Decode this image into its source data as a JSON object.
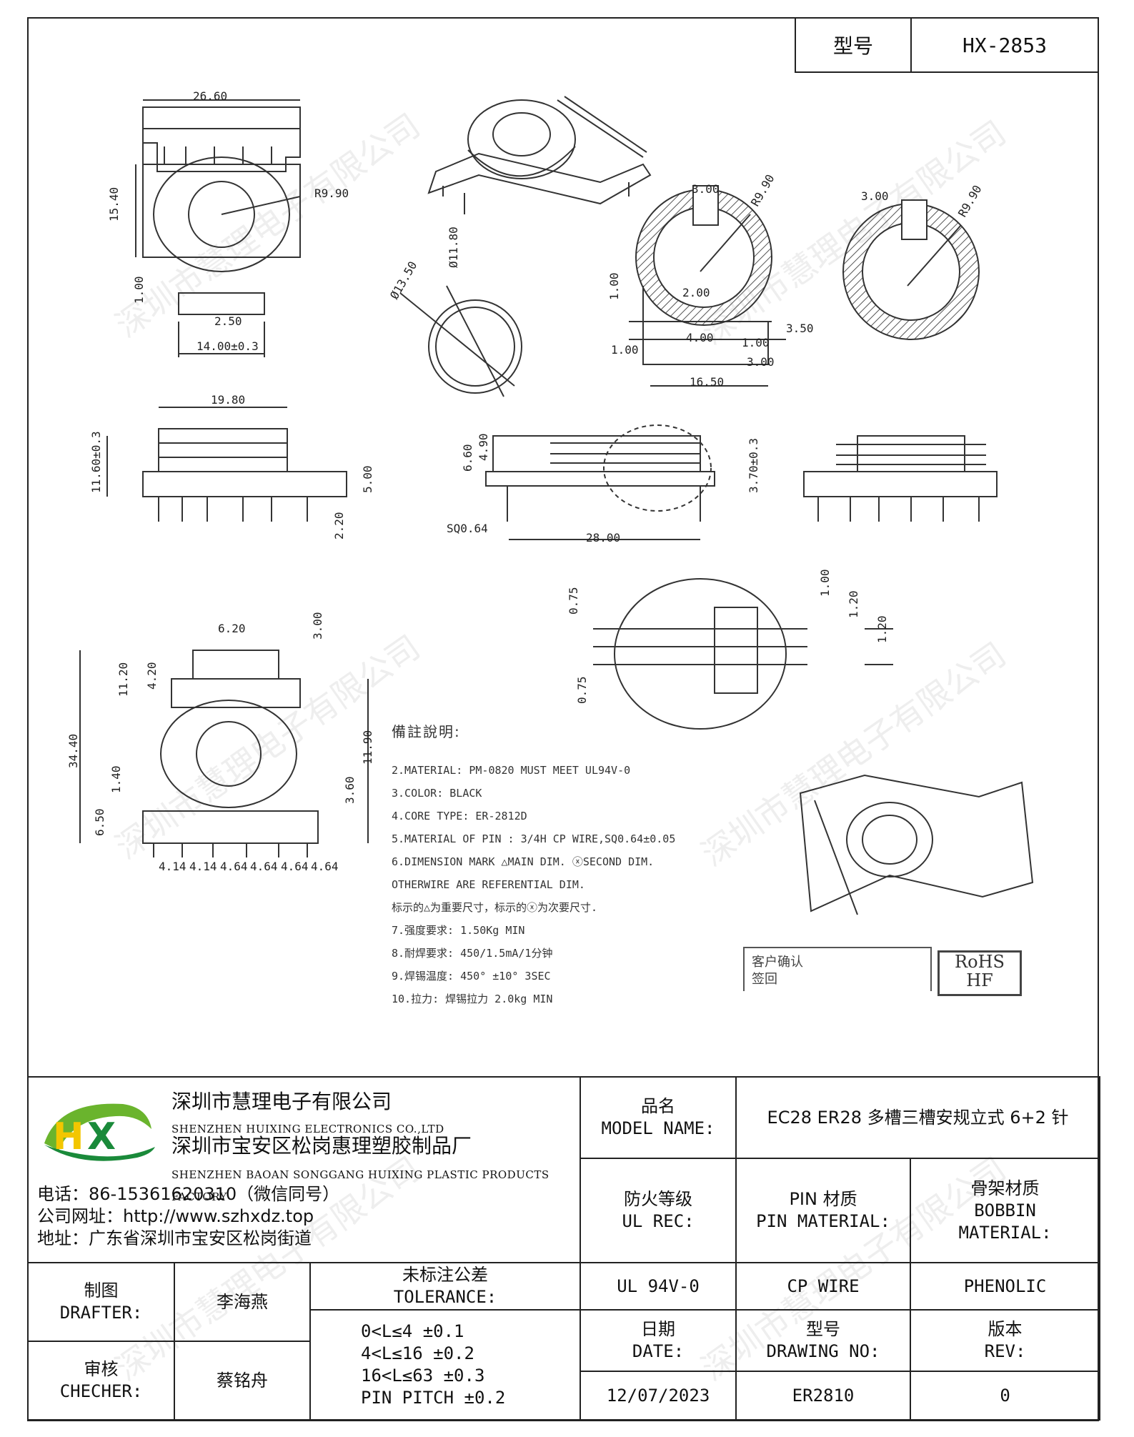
{
  "header": {
    "model_label": "型号",
    "model_value": "HX-2853"
  },
  "dims": {
    "top_width": "26.60",
    "radius": "R9.90",
    "height_left": "15.40",
    "d1": "1.00",
    "d2": "2.50",
    "bottom": "14.00±0.3",
    "dia1": "Ø13.50",
    "dia2": "Ø11.80",
    "slot_w": "3.00",
    "r2": "R9.90",
    "wall": "2.00",
    "f100a": "1.00",
    "f100b": "1.00",
    "f400": "4.00",
    "f100c": "1.00",
    "f350": "3.50",
    "f300": "3.00",
    "f1650": "16.50",
    "slot_w2": "3.00",
    "r3": "R9.90",
    "w1980": "19.80",
    "h1160": "11.60±0.3",
    "h500": "5.00",
    "h220": "2.20",
    "h660": "6.60",
    "h490": "4.90",
    "sq": "SQ0.64",
    "w2800": "28.00",
    "h370": "3.70±0.3",
    "f075a": "0.75",
    "f075b": "0.75",
    "f100d": "1.00",
    "f120a": "1.20",
    "f120b": "1.20",
    "w620": "6.20",
    "h300": "3.00",
    "h1120": "11.20",
    "h420": "4.20",
    "h3440": "34.40",
    "h1190": "11.90",
    "h140": "1.40",
    "h360": "3.60",
    "h650": "6.50",
    "pitches": [
      "4.14",
      "4.14",
      "4.64",
      "4.64",
      "4.64",
      "4.64"
    ]
  },
  "notes": {
    "title": "備註說明:",
    "lines": [
      "2.MATERIAL: PM-0820 MUST MEET UL94V-0",
      "3.COLOR:  BLACK",
      "4.CORE TYPE: ER-2812D",
      "5.MATERIAL OF PIN : 3/4H CP WIRE,SQ0.64±0.05",
      "6.DIMENSION MARK  △MAIN DIM.  ⓧSECOND DIM.",
      "  OTHERWIRE ARE REFERENTIAL DIM.",
      "  标示的△为重要尺寸，标示的ⓧ为次要尺寸.",
      "7.强度要求: 1.50Kg MIN",
      "8.耐焊要求: 450/1.5mA/1分钟",
      "9.焊锡温度: 450° ±10°  3SEC",
      "10.拉力: 焊锡拉力 2.0kg MIN"
    ],
    "customer": "客户确认",
    "customer_sign": "签回",
    "rohs": "RoHS",
    "hf": "HF"
  },
  "watermark": "深圳市慧理电子有限公司",
  "title_block": {
    "company_cn": "深圳市慧理电子有限公司",
    "company_en": "SHENZHEN HUIXING ELECTRONICS CO.,LTD",
    "factory_cn": "深圳市宝安区松岗惠理塑胶制品厂",
    "factory_en": "SHENZHEN BAOAN SONGGANG HUIXING PLASTIC PRODUCTS FACTORY",
    "phone": "电话：86-15361620310（微信同号）",
    "website": "公司网址：http://www.szhxdz.top",
    "address": "地址：广东省深圳市宝安区松岗街道",
    "model_name_cn": "品名",
    "model_name_en": "MODEL NAME:",
    "model_name_value": "EC28 ER28 多槽三槽安规立式 6+2 针",
    "ul_cn": "防火等级",
    "ul_en": "UL REC:",
    "pin_cn": "PIN 材质",
    "pin_en": "PIN MATERIAL:",
    "bobbin_cn": "骨架材质",
    "bobbin_en1": "BOBBIN",
    "bobbin_en2": "MATERIAL:",
    "drafter_cn": "制图",
    "drafter_en": "DRAFTER:",
    "drafter_name": "李海燕",
    "tolerance_cn": "未标注公差",
    "tolerance_en": "TOLERANCE:",
    "ul_value": "UL 94V-0",
    "pin_value": "CP WIRE",
    "bobbin_value": "PHENOLIC",
    "checker_cn": "审核",
    "checker_en": "CHECHER:",
    "checker_name": "蔡铭舟",
    "tol1": "0<L≤4   ±0.1",
    "tol2": "4<L≤16  ±0.2",
    "tol3": "16<L≤63  ±0.3",
    "tol4": "PIN PITCH  ±0.2",
    "date_cn": "日期",
    "date_en": "DATE:",
    "drawing_cn": "型号",
    "drawing_en": "DRAWING NO:",
    "rev_cn": "版本",
    "rev_en": "REV:",
    "date_value": "12/07/2023",
    "drawing_value": "ER2810",
    "rev_value": "0"
  }
}
